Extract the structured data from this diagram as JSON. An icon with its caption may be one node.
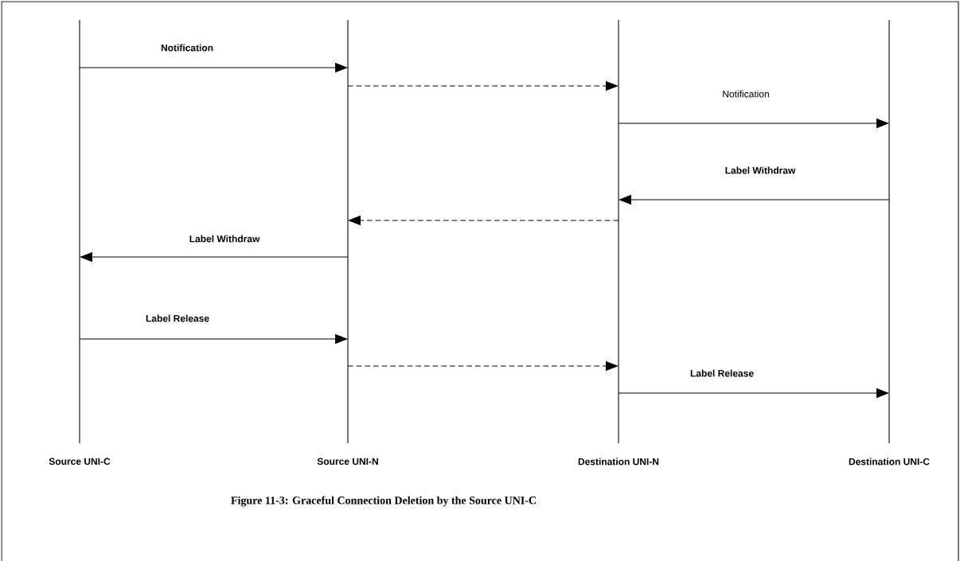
{
  "diagram": {
    "caption": "Figure 11-3: Graceful Connection Deletion by the Source UNI-C",
    "nodes": [
      {
        "text": [
          "Source UNI-C"
        ]
      },
      {
        "text": [
          "Source UNI-N"
        ]
      },
      {
        "text": [
          "Destination UNI-N"
        ]
      },
      {
        "text": [
          "Destination UNI-C"
        ]
      }
    ],
    "edges": [
      {
        "from": 0,
        "to": 1,
        "arrow": "to",
        "label": "Notification"
      },
      {
        "from": 1,
        "to": 2,
        "arrow": "to",
        "style": "dashed"
      },
      {
        "from": 2,
        "to": 3,
        "arrow": "to",
        "label": "Notification"
      },
      {
        "from": 3,
        "to": 2,
        "arrow": "to",
        "label": "Label Withdraw"
      },
      {
        "from": 2,
        "to": 1,
        "arrow": "to",
        "style": "dashed"
      },
      {
        "from": 1,
        "to": 0,
        "arrow": "to",
        "label": "Label Withdraw"
      },
      {
        "from": 0,
        "to": 1,
        "arrow": "to",
        "label": "Label Release"
      },
      {
        "from": 1,
        "to": 2,
        "arrow": "to",
        "style": "dashed"
      },
      {
        "from": 2,
        "to": 3,
        "arrow": "to",
        "label": "Label Release"
      }
    ]
  }
}
